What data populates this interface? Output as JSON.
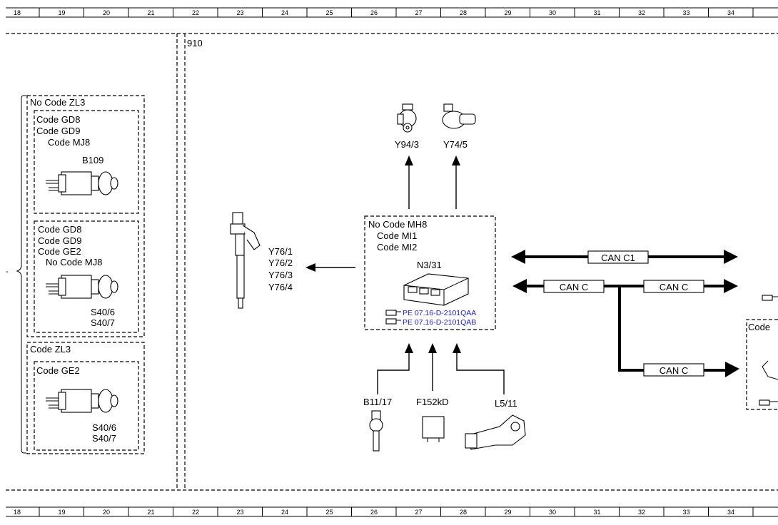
{
  "ruler": [
    "18",
    "19",
    "20",
    "21",
    "22",
    "23",
    "24",
    "25",
    "26",
    "27",
    "28",
    "29",
    "30",
    "31",
    "32",
    "33",
    "34"
  ],
  "area_number": "910",
  "left_panel": {
    "top_group_label": "No Code ZL3",
    "group1": {
      "codes": [
        "Code GD8",
        "Code GD9"
      ],
      "sub_code": "Code MJ8",
      "component": "B109"
    },
    "group2": {
      "codes": [
        "Code GD8",
        "Code GD9",
        "Code GE2"
      ],
      "sub_code": "No  Code MJ8",
      "components": [
        "S40/6",
        "S40/7"
      ]
    },
    "bottom_group_label": "Code ZL3",
    "group3": {
      "code": "Code GE2",
      "components": [
        "S40/6",
        "S40/7"
      ]
    }
  },
  "injector": {
    "labels": [
      "Y76/1",
      "Y76/2",
      "Y76/3",
      "Y76/4"
    ]
  },
  "top_components": [
    "Y94/3",
    "Y74/5"
  ],
  "control_unit": {
    "codes": [
      "No Code MH8",
      "Code MI1",
      "Code MI2"
    ],
    "name": "N3/31",
    "refs": [
      "PE 07.16-D-2101QAA",
      "PE 07.16-D-2101QAB"
    ]
  },
  "bottom_components": [
    "B11/17",
    "F152kD",
    "L5/11"
  ],
  "can": {
    "c1": "CAN C1",
    "c_left": "CAN C",
    "c_right": "CAN C",
    "c_lower": "CAN C"
  },
  "right_edge_label": "Code",
  "icons": {
    "reference": "pointing-hand-icon"
  }
}
